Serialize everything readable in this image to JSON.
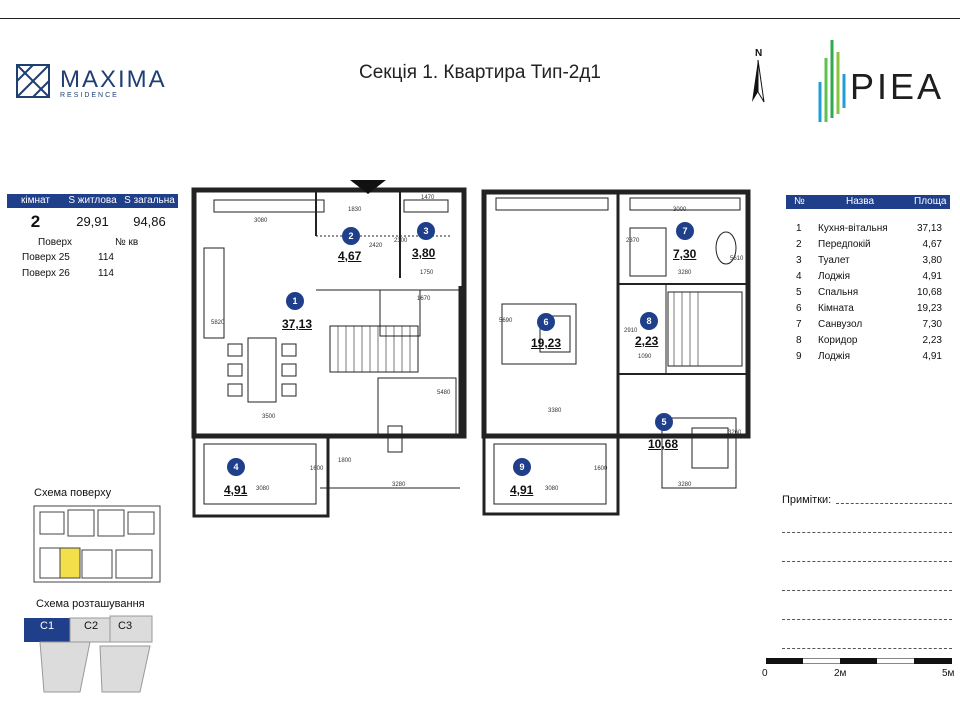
{
  "header": {
    "brand": "MAXIMA",
    "brand_sub": "RESIDENCE",
    "title": "Секція 1. Квартира Тип-2д1",
    "north": "N",
    "developer": "PIEA"
  },
  "stats": {
    "headers": [
      "кімнат",
      "S житлова",
      "S загальна"
    ],
    "values": [
      "2",
      "29,91",
      "94,86"
    ],
    "floor_label": "Поверх",
    "apt_label": "№ кв",
    "floors": [
      {
        "floor": "Поверх 25",
        "apt": "114"
      },
      {
        "floor": "Поверх 26",
        "apt": "114"
      }
    ]
  },
  "rooms_table": {
    "headers": [
      "№",
      "Назва",
      "Площа"
    ],
    "rows": [
      {
        "n": "1",
        "name": "Кухня-вітальня",
        "area": "37,13"
      },
      {
        "n": "2",
        "name": "Передпокій",
        "area": "4,67"
      },
      {
        "n": "3",
        "name": "Туалет",
        "area": "3,80"
      },
      {
        "n": "4",
        "name": "Лоджія",
        "area": "4,91"
      },
      {
        "n": "5",
        "name": "Спальня",
        "area": "10,68"
      },
      {
        "n": "6",
        "name": "Кімната",
        "area": "19,23"
      },
      {
        "n": "7",
        "name": "Санвузол",
        "area": "7,30"
      },
      {
        "n": "8",
        "name": "Коридор",
        "area": "2,23"
      },
      {
        "n": "9",
        "name": "Лоджія",
        "area": "4,91"
      }
    ]
  },
  "plan_labels": [
    {
      "n": "1",
      "area": "37,13"
    },
    {
      "n": "2",
      "area": "4,67"
    },
    {
      "n": "3",
      "area": "3,80"
    },
    {
      "n": "4",
      "area": "4,91"
    },
    {
      "n": "5",
      "area": "10,68"
    },
    {
      "n": "6",
      "area": "19,23"
    },
    {
      "n": "7",
      "area": "7,30"
    },
    {
      "n": "8",
      "area": "2,23"
    },
    {
      "n": "9",
      "area": "4,91"
    }
  ],
  "dimensions": [
    "1830",
    "1470",
    "3080",
    "2420",
    "2300",
    "1750",
    "1670",
    "5820",
    "3500",
    "1800",
    "5480",
    "3280",
    "1600",
    "3080",
    "3000",
    "2370",
    "3280",
    "5610",
    "5690",
    "2910",
    "1090",
    "3380",
    "3260",
    "1600",
    "3080",
    "3280"
  ],
  "schemes": {
    "floor_scheme": "Схема поверху",
    "location_scheme": "Схема розташування",
    "sections": [
      "C1",
      "C2",
      "C3"
    ]
  },
  "notes": {
    "label": "Примітки:"
  },
  "scale": {
    "labels": [
      "0",
      "2м",
      "5м"
    ]
  },
  "colors": {
    "accent": "#1f3f8b",
    "highlight": "#f2df4a"
  }
}
